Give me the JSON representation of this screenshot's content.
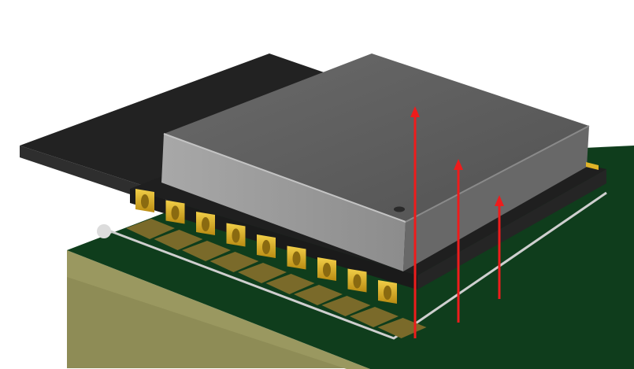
{
  "scene": {
    "subject": "pcb-module-3d-render",
    "castellated_pad_count": 9,
    "footprint_pad_count": 10,
    "arrow_count": 3
  },
  "colors": {
    "background": "#ffffff",
    "pcb_green": "#0f3d1c",
    "pcb_green_dark": "#0a2a13",
    "pcb_edge": "#8e8c56",
    "antenna_black": "#222222",
    "module_black": "#1f1f1f",
    "shield_top": "#5c5c5c",
    "shield_front": "#9a9a9a",
    "shield_side": "#6a6a6a",
    "gold": "#e0b428",
    "footprint_pad": "#7a6a2a",
    "silkscreen": "#cfcfcf",
    "arrow_red": "#ee1c1c"
  },
  "icons": {
    "arrow": "red-up-arrow",
    "fiducial": "fiducial-mark"
  }
}
